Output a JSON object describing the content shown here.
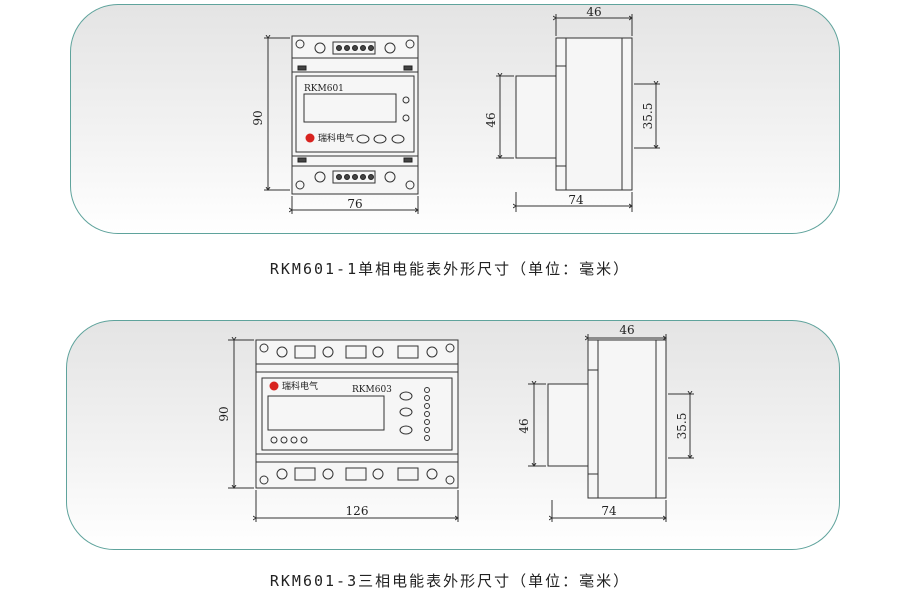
{
  "meter1": {
    "model_label": "RKM601",
    "brand": "瑞科电气",
    "height": "90",
    "width": "76",
    "depth": "46",
    "depth_total": "74",
    "side_height": "46",
    "side_inner": "35.5",
    "caption": "RKM601-1单相电能表外形尺寸（单位：毫米）"
  },
  "meter3": {
    "model_label": "RKM603",
    "brand": "瑞科电气",
    "height": "90",
    "width": "126",
    "depth": "46",
    "depth_total": "74",
    "side_height": "46",
    "side_inner": "35.5",
    "caption": "RKM601-3三相电能表外形尺寸（单位：毫米）"
  },
  "colors": {
    "panel_border": "#5fa39c",
    "brand_logo": "#d8231f"
  }
}
